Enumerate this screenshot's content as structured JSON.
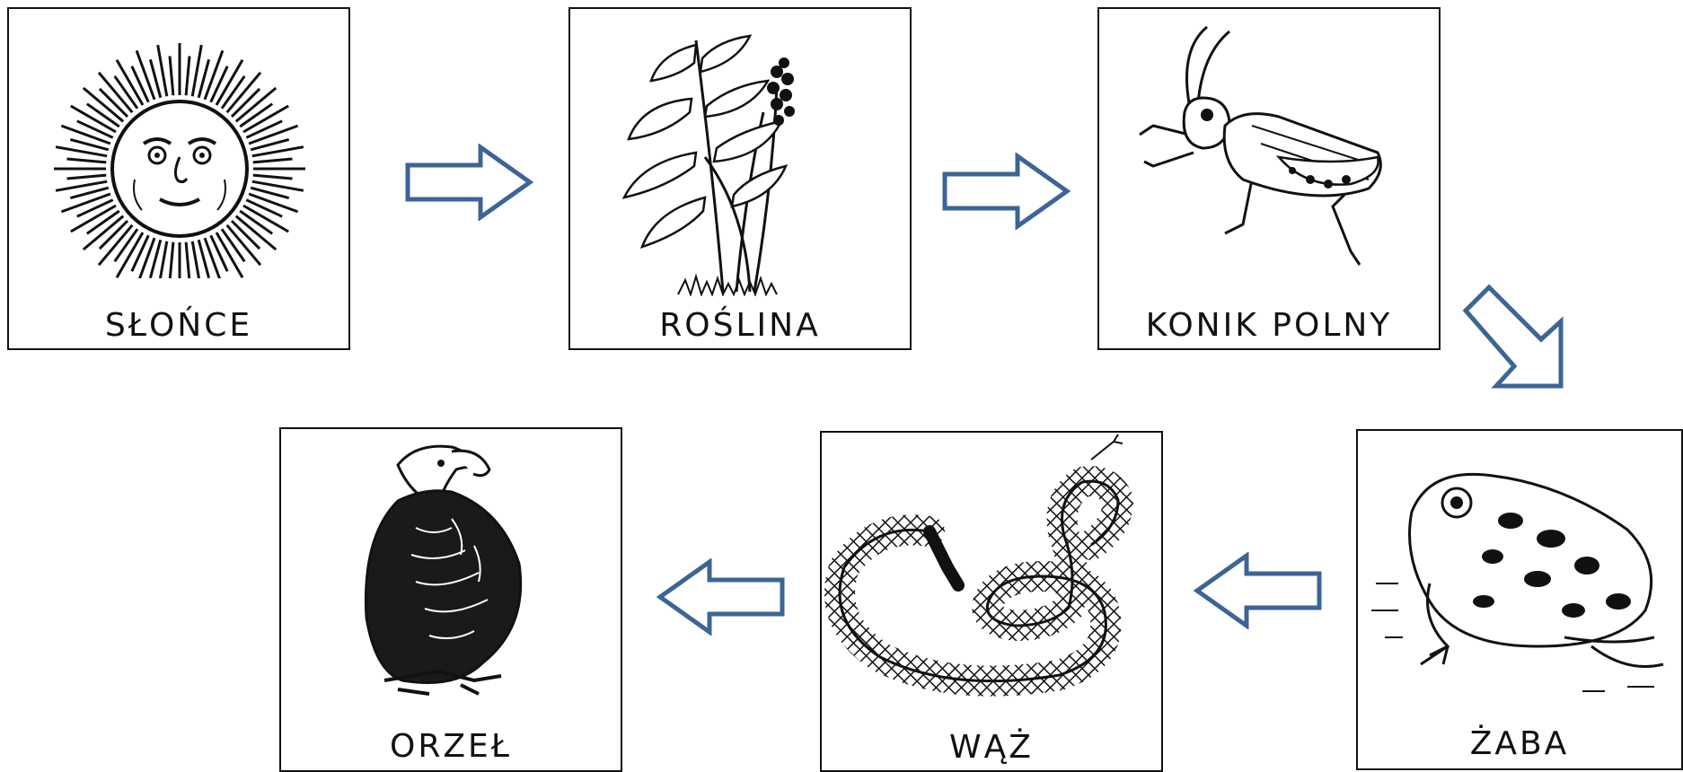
{
  "diagram": {
    "nodes": [
      {
        "id": "sun",
        "label": "SŁOŃCE",
        "icon": "sun-face-icon"
      },
      {
        "id": "plant",
        "label": "ROŚLINA",
        "icon": "fern-plant-icon"
      },
      {
        "id": "grasshopper",
        "label": "KONIK POLNY",
        "icon": "grasshopper-icon"
      },
      {
        "id": "frog",
        "label": "ŻABA",
        "icon": "frog-icon"
      },
      {
        "id": "snake",
        "label": "WĄŻ",
        "icon": "snake-icon"
      },
      {
        "id": "eagle",
        "label": "ORZEŁ",
        "icon": "eagle-icon"
      }
    ],
    "edges": [
      {
        "from": "sun",
        "to": "plant",
        "direction": "right"
      },
      {
        "from": "plant",
        "to": "grasshopper",
        "direction": "right"
      },
      {
        "from": "grasshopper",
        "to": "frog",
        "direction": "down-right"
      },
      {
        "from": "frog",
        "to": "snake",
        "direction": "left"
      },
      {
        "from": "snake",
        "to": "eagle",
        "direction": "left"
      }
    ],
    "colors": {
      "arrow_stroke": "#3d6496",
      "border": "#111111",
      "ink": "#111111"
    }
  }
}
